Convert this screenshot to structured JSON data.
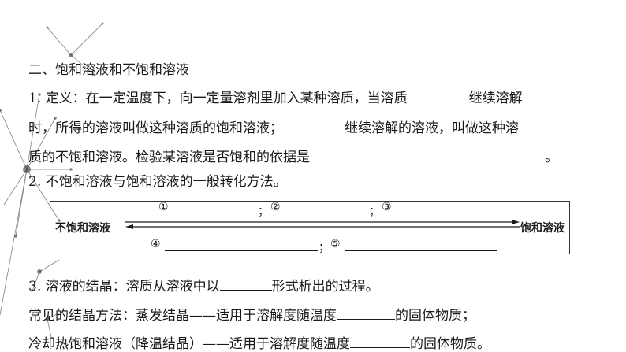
{
  "heading": "二、饱和溶液和不饱和溶液",
  "def": {
    "l1_a": "1. 定义：在一定温度下，向一定量溶剂里加入某种溶质，当溶质",
    "l1_b": "继续溶解",
    "l2_a": "时，所得的溶液叫做这种溶质的饱和溶液；",
    "l2_b": "继续溶解的溶液，叫做这种溶",
    "l3_a": "质的不饱和溶液。检验某溶液是否饱和的依据是",
    "l3_b": "。"
  },
  "conv_title": "2. 不饱和溶液与饱和溶液的一般转化方法。",
  "diagram": {
    "left": "不饱和溶液",
    "right": "饱和溶液",
    "m1": "①",
    "m2": "②",
    "m3": "③",
    "m4": "④",
    "m5": "⑤",
    "sep": "；"
  },
  "cryst": {
    "l1_a": "3. 溶液的结晶：溶质从溶液中以",
    "l1_b": "形式析出的过程。",
    "l2_a": "常见的结晶方法：蒸发结晶——适用于溶解度随温度",
    "l2_b": "的固体物质；",
    "l3_a": "冷却热饱和溶液（降温结晶）——适用于溶解度随温度",
    "l3_b": "的固体物质。"
  }
}
